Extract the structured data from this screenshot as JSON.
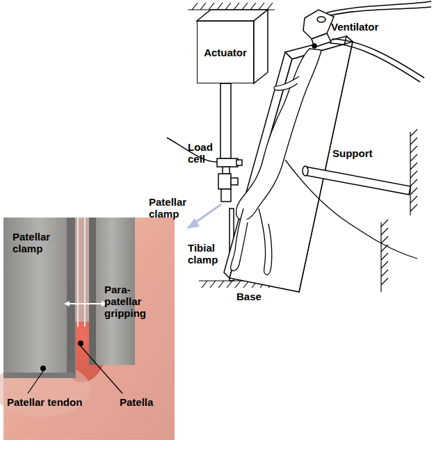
{
  "diagram": {
    "nodes": [
      {
        "text": [
          "Actuator"
        ]
      }
    ],
    "labels": [
      "Ventilator",
      "Support",
      "Load cell",
      "Patellar clamp",
      "Tibial clamp",
      "Base",
      "Patellar clamp",
      "Para- patellar gripping",
      "Patellar tendon",
      "Patella"
    ]
  }
}
